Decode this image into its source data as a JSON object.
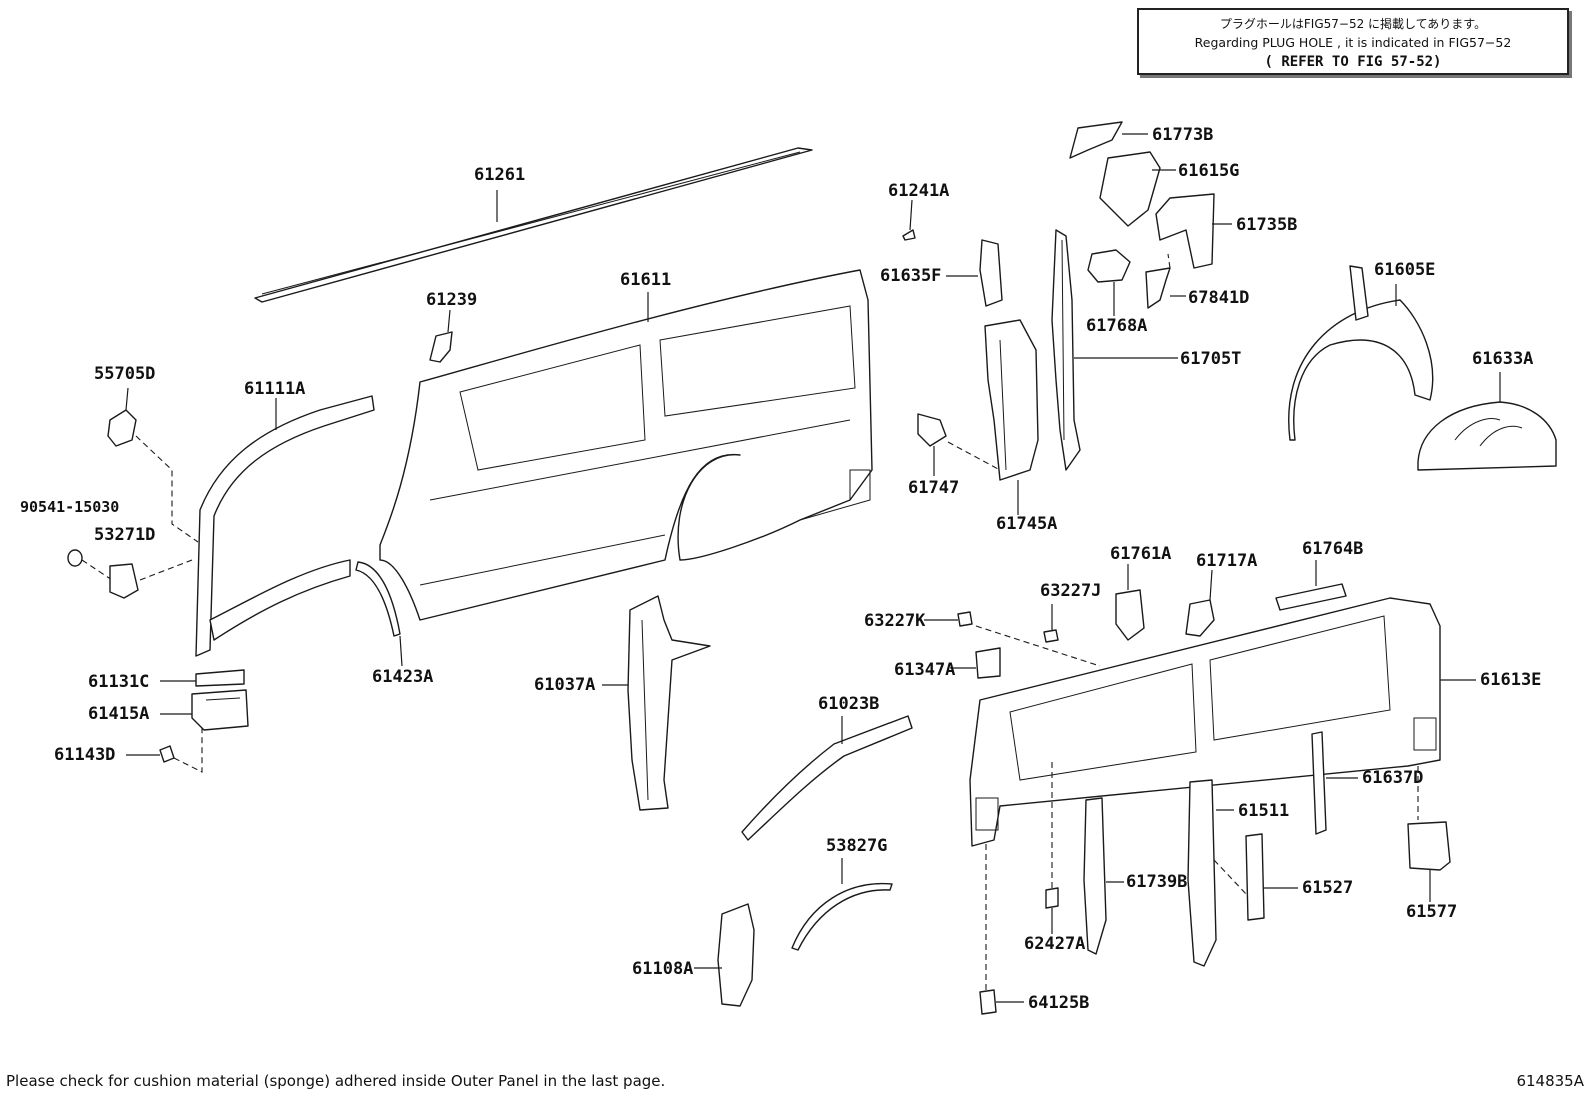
{
  "notice": {
    "line1": "プラグホールはFIG57−52 に掲載してあります。",
    "line2": "Regarding PLUG HOLE , it is indicated in FIG57−52",
    "line3": "( REFER TO FIG 57-52)"
  },
  "labels": {
    "p61261": "61261",
    "p61611": "61611",
    "p61239": "61239",
    "p61241A": "61241A",
    "p61635F": "61635F",
    "p61773B": "61773B",
    "p61615G": "61615G",
    "p61735B": "61735B",
    "p67841D": "67841D",
    "p61768A": "61768A",
    "p61705T": "61705T",
    "p61605E": "61605E",
    "p61633A": "61633A",
    "p55705D": "55705D",
    "p61111A": "61111A",
    "p90541_15030": "90541-15030",
    "p53271D": "53271D",
    "p61747": "61747",
    "p61745A": "61745A",
    "p61761A": "61761A",
    "p61717A": "61717A",
    "p61764B": "61764B",
    "p63227J": "63227J",
    "p63227K": "63227K",
    "p61423A": "61423A",
    "p61037A": "61037A",
    "p61347A": "61347A",
    "p61613E": "61613E",
    "p61131C": "61131C",
    "p61415A": "61415A",
    "p61143D": "61143D",
    "p61023B": "61023B",
    "p61637D": "61637D",
    "p61511": "61511",
    "p53827G": "53827G",
    "p61739B": "61739B",
    "p61527": "61527",
    "p61577": "61577",
    "p62427A": "62427A",
    "p61108A": "61108A",
    "p64125B": "64125B"
  },
  "footer": {
    "note": "Please check for cushion material (sponge) adhered inside Outer Panel in the last page.",
    "figure_id": "614835A"
  }
}
